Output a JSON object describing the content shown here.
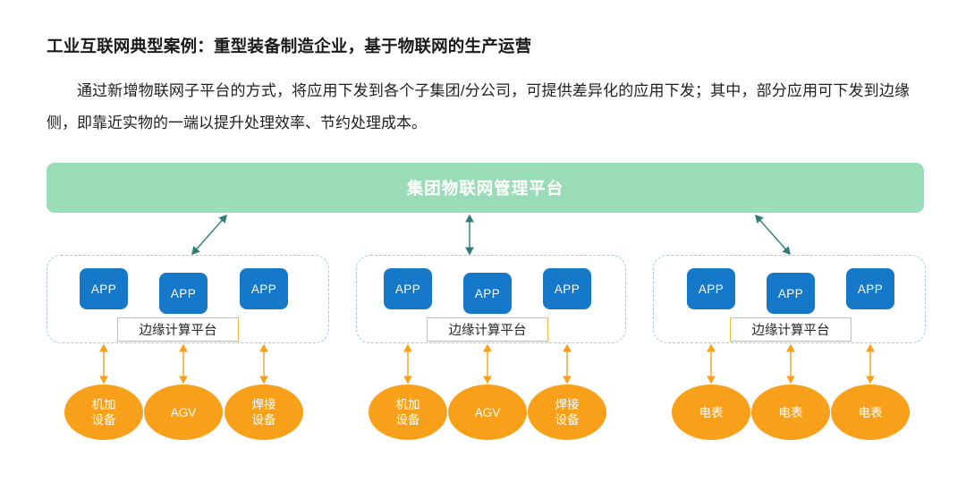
{
  "page": {
    "title": "工业互联网典型案例：重型装备制造企业，基于物联网的生产运营",
    "paragraph": "通过新增物联网子平台的方式，将应用下发到各个子集团/分公司，可提供差异化的应用下发；其中，部分应用可下发到边缘侧，即靠近实物的一端以提升处理效率、节约处理成本。"
  },
  "diagram": {
    "platform_banner": {
      "label": "集团物联网管理平台",
      "color": "#9BDCB8",
      "text_color": "#FFFFFF"
    },
    "colors": {
      "app_blue": "#1678C8",
      "device_orange": "#F9A01B",
      "edge_box_border": "#F5B942",
      "dashed_border": "#9DC7F0",
      "link_arrow_teal": "#2E7C74",
      "device_arrow_orange": "#F9A01B"
    },
    "groups": [
      {
        "id": "group-0",
        "edge_platform_label": "边缘计算平台",
        "apps": [
          {
            "label": "APP"
          },
          {
            "label": "APP"
          },
          {
            "label": "APP"
          }
        ],
        "devices": [
          {
            "lines": [
              "机加",
              "设备"
            ]
          },
          {
            "lines": [
              "AGV"
            ]
          },
          {
            "lines": [
              "焊接",
              "设备"
            ]
          }
        ],
        "uplink_arrow": "double-headed-diagonal-up-right"
      },
      {
        "id": "group-1",
        "edge_platform_label": "边缘计算平台",
        "apps": [
          {
            "label": "APP"
          },
          {
            "label": "APP"
          },
          {
            "label": "APP"
          }
        ],
        "devices": [
          {
            "lines": [
              "机加",
              "设备"
            ]
          },
          {
            "lines": [
              "AGV"
            ]
          },
          {
            "lines": [
              "焊接",
              "设备"
            ]
          }
        ],
        "uplink_arrow": "double-headed-vertical"
      },
      {
        "id": "group-2",
        "edge_platform_label": "边缘计算平台",
        "apps": [
          {
            "label": "APP"
          },
          {
            "label": "APP"
          },
          {
            "label": "APP"
          }
        ],
        "devices": [
          {
            "lines": [
              "电表"
            ]
          },
          {
            "lines": [
              "电表"
            ]
          },
          {
            "lines": [
              "电表"
            ]
          }
        ],
        "uplink_arrow": "double-headed-diagonal-down-right"
      }
    ]
  }
}
